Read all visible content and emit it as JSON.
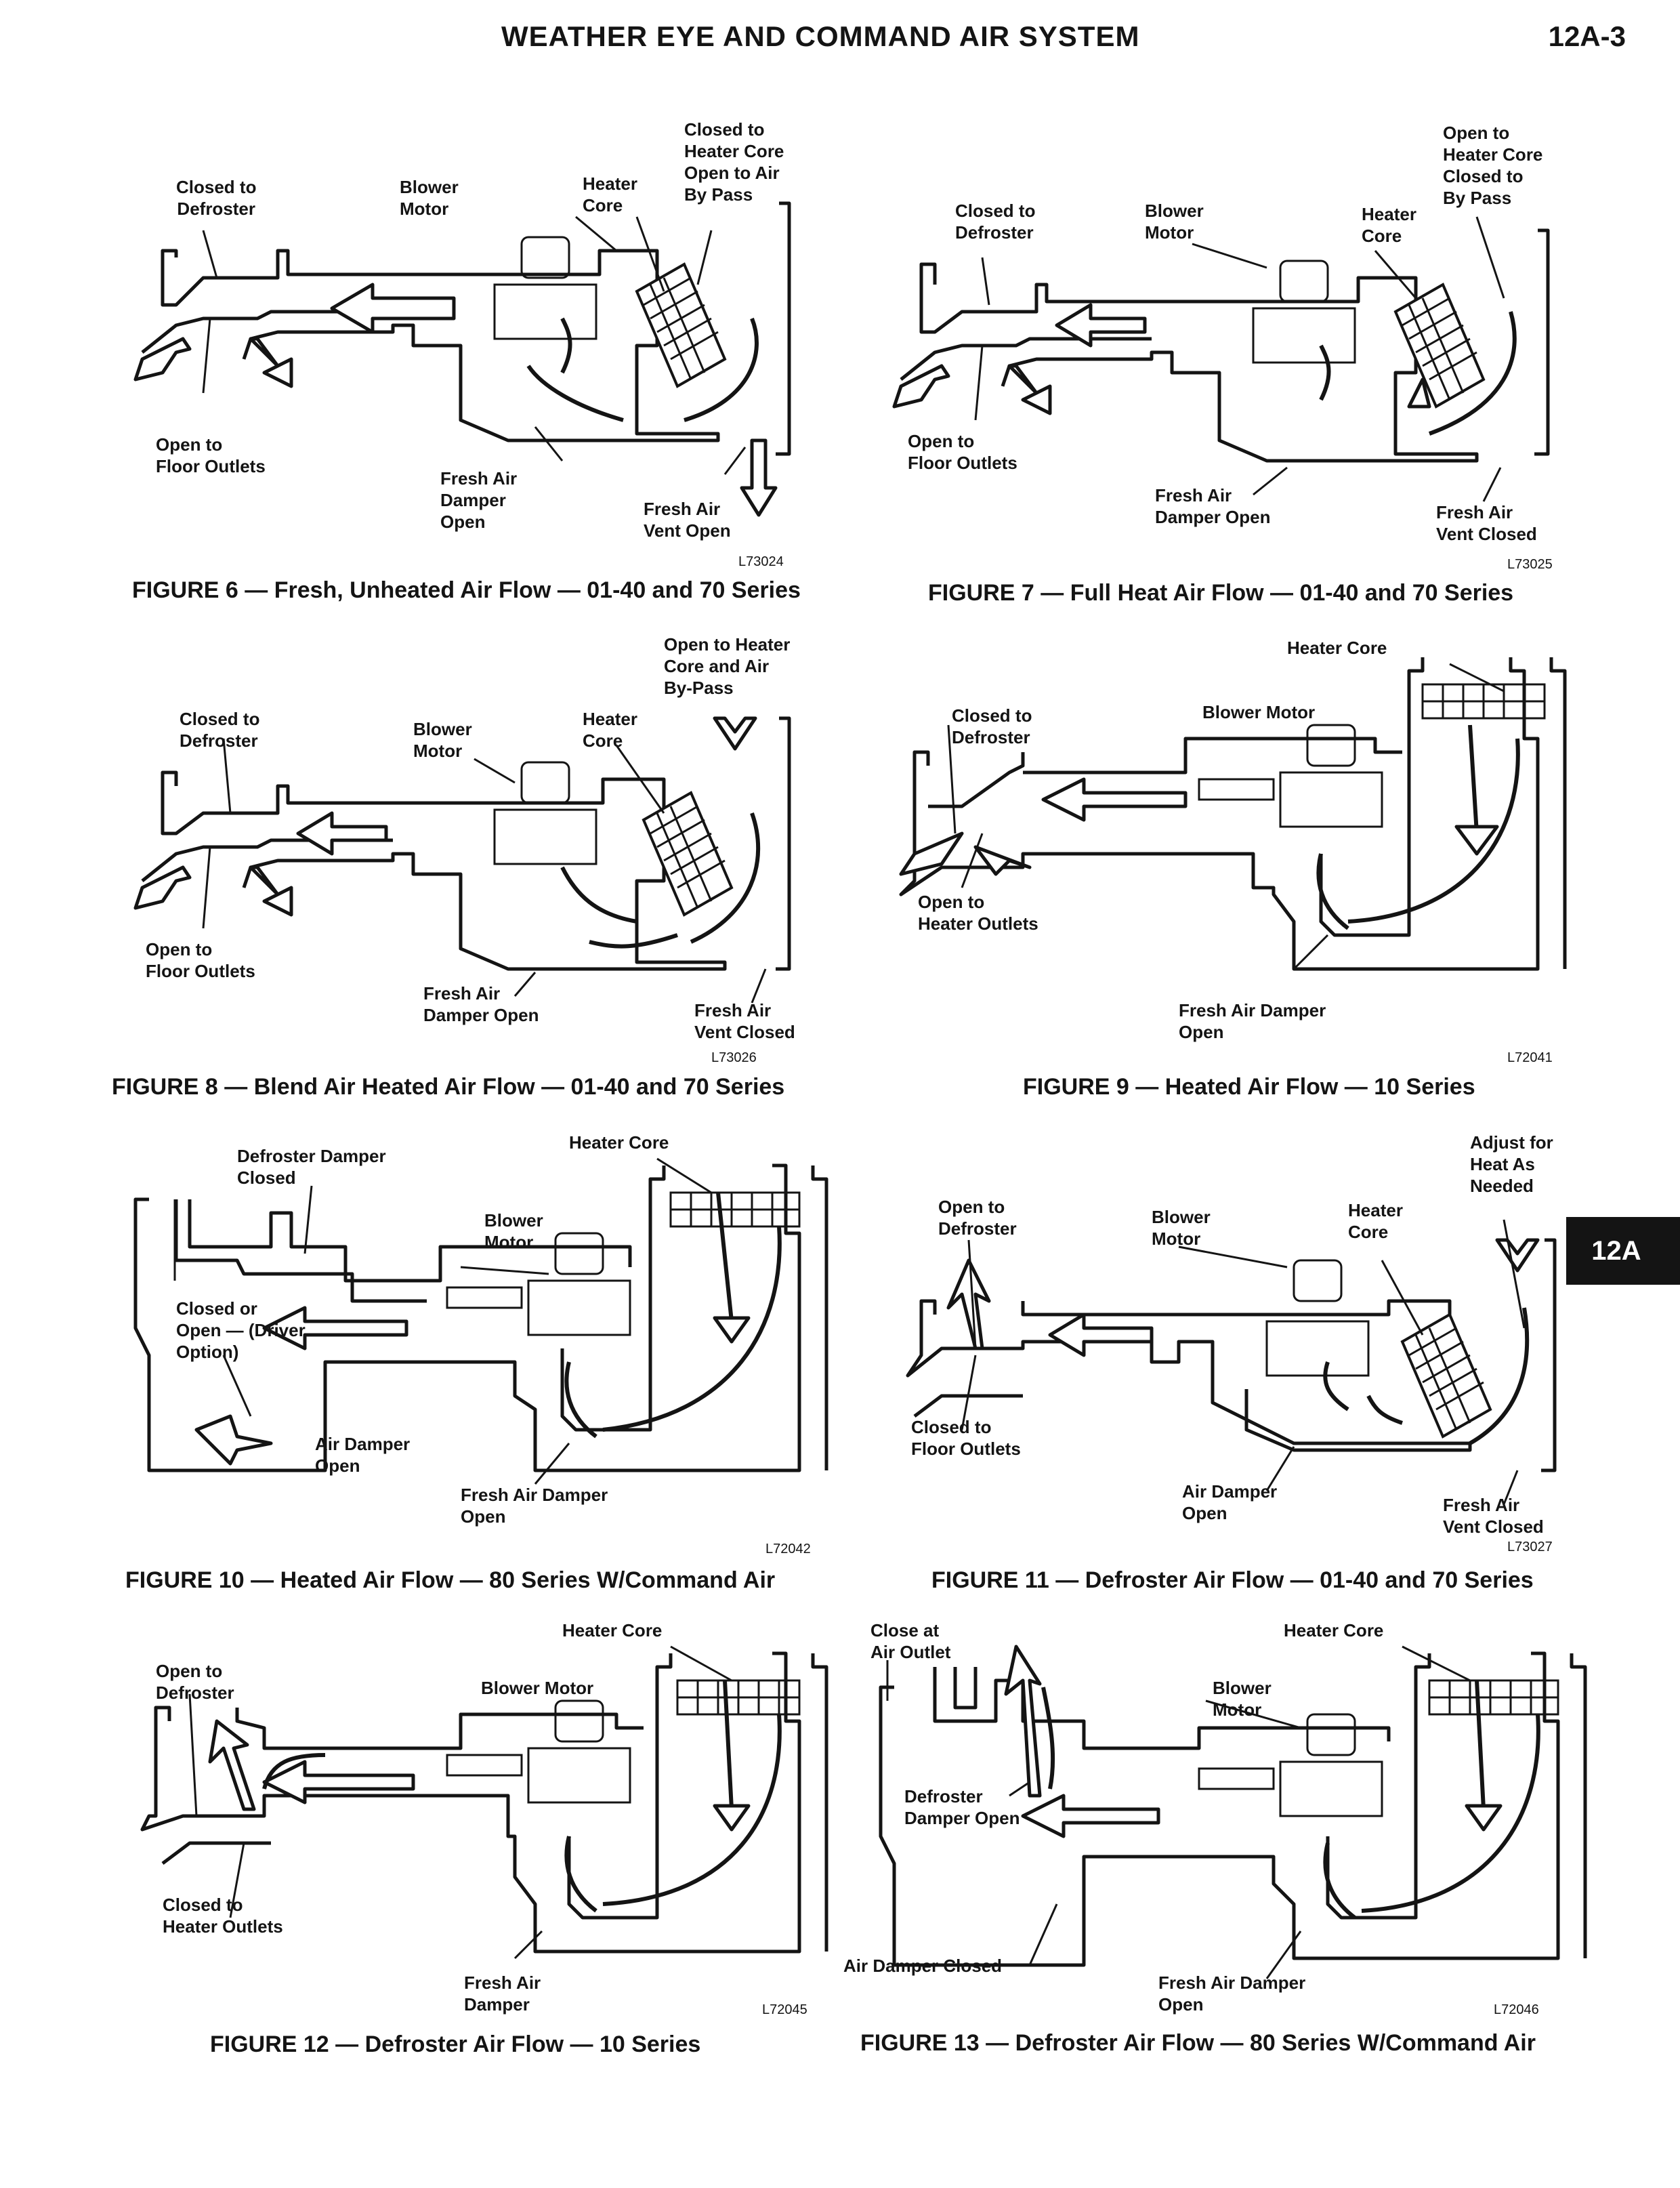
{
  "header": {
    "title": "WEATHER EYE AND COMMAND AIR SYSTEM",
    "page_number": "12A-3"
  },
  "section_tab": "12A",
  "figures": [
    {
      "caption": "FIGURE 6 — Fresh, Unheated Air Flow — 01-40 and 70 Series",
      "code": "L73024",
      "labels": {
        "closed_defroster": "Closed to\nDefroster",
        "blower_motor": "Blower\nMotor",
        "heater_core": "Heater\nCore",
        "heater_core_bypass": "Closed to\nHeater Core\nOpen to Air\nBy Pass",
        "floor_outlets": "Open to\nFloor Outlets",
        "damper": "Fresh Air\nDamper\nOpen",
        "vent": "Fresh Air\nVent Open"
      }
    },
    {
      "caption": "FIGURE 7 — Full Heat Air Flow — 01-40 and 70 Series",
      "code": "L73025",
      "labels": {
        "closed_defroster": "Closed to\nDefroster",
        "blower_motor": "Blower\nMotor",
        "heater_core": "Heater\nCore",
        "heater_core_bypass": "Open to\nHeater Core\nClosed to\nBy Pass",
        "floor_outlets": "Open to\nFloor Outlets",
        "damper": "Fresh Air\nDamper Open",
        "vent": "Fresh Air\nVent Closed"
      }
    },
    {
      "caption": "FIGURE 8 — Blend Air Heated Air Flow — 01-40 and 70 Series",
      "code": "L73026",
      "labels": {
        "closed_defroster": "Closed to\nDefroster",
        "blower_motor": "Blower\nMotor",
        "heater_core": "Heater\nCore",
        "heater_core_bypass": "Open to Heater\nCore and Air\nBy-Pass",
        "floor_outlets": "Open to\nFloor Outlets",
        "damper": "Fresh Air\nDamper Open",
        "vent": "Fresh Air\nVent Closed"
      }
    },
    {
      "caption": "FIGURE 9 — Heated Air Flow — 10 Series",
      "code": "L72041",
      "labels": {
        "heater_core": "Heater Core",
        "closed_defroster": "Closed to\nDefroster",
        "blower_motor": "Blower Motor",
        "heater_outlets": "Open to\nHeater Outlets",
        "damper": "Fresh Air Damper\nOpen"
      }
    },
    {
      "caption": "FIGURE 10 — Heated Air Flow — 80 Series W/Command Air",
      "code": "L72042",
      "labels": {
        "defroster_damper": "Defroster Damper\nClosed",
        "heater_core": "Heater Core",
        "blower_motor": "Blower\nMotor",
        "driver_option": "Closed or\nOpen — (Driver\nOption)",
        "air_damper": "Air Damper\nOpen",
        "damper": "Fresh Air Damper\nOpen"
      }
    },
    {
      "caption": "FIGURE 11 — Defroster Air Flow — 01-40 and 70 Series",
      "code": "L73027",
      "labels": {
        "open_defroster": "Open to\nDefroster",
        "blower_motor": "Blower\nMotor",
        "heater_core": "Heater\nCore",
        "adjust_heat": "Adjust for\nHeat As\nNeeded",
        "floor_outlets": "Closed to\nFloor Outlets",
        "air_damper": "Air Damper\nOpen",
        "vent": "Fresh Air\nVent Closed"
      }
    },
    {
      "caption": "FIGURE 12 — Defroster Air Flow — 10 Series",
      "code": "L72045",
      "labels": {
        "heater_core": "Heater Core",
        "open_defroster": "Open to\nDefroster",
        "blower_motor": "Blower Motor",
        "heater_outlets": "Closed to\nHeater Outlets",
        "damper": "Fresh Air\nDamper"
      }
    },
    {
      "caption": "FIGURE 13 — Defroster Air Flow — 80 Series W/Command Air",
      "code": "L72046",
      "labels": {
        "air_outlet": "Close at\nAir Outlet",
        "heater_core": "Heater Core",
        "blower_motor": "Blower\nMotor",
        "defroster_damper": "Defroster\nDamper Open",
        "air_damper_closed": "Air Damper Closed",
        "damper": "Fresh Air Damper\nOpen"
      }
    }
  ]
}
